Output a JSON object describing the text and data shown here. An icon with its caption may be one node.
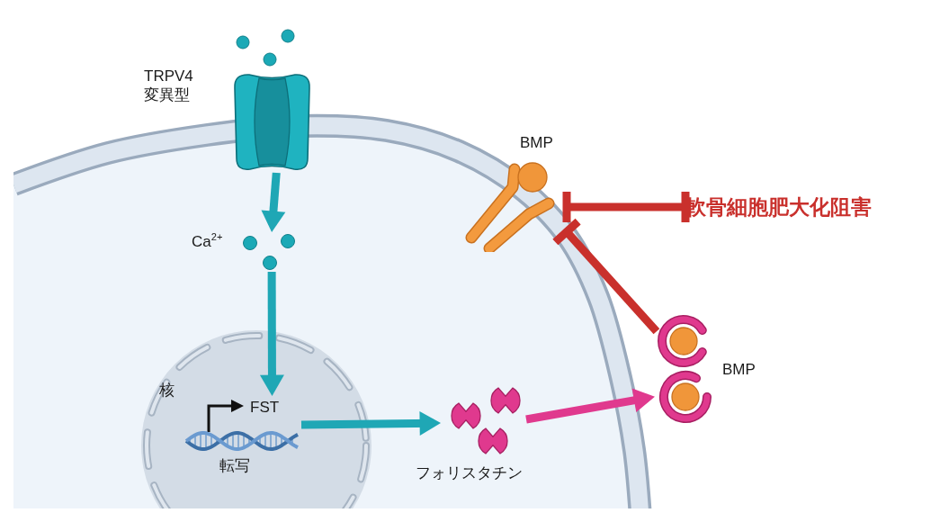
{
  "diagram": {
    "nodes": [
      {
        "text": [],
        "shape": "picture",
        "beside": [
          "TRPV4 変異型"
        ]
      },
      {
        "text": [],
        "shape": "picture",
        "beside": [
          "Ca$^{2+}$"
        ]
      },
      {
        "text": [
          "核"
        ]
      },
      {
        "text": [
          "FST"
        ],
        "in": 2,
        "beside": [
          "転写"
        ]
      },
      {
        "text": [],
        "shape": "picture",
        "beside": [
          "フォリスタチン"
        ]
      },
      {
        "text": [],
        "shape": "picture",
        "beside": [
          "BMP"
        ]
      },
      {
        "text": [],
        "shape": "picture",
        "beside": [
          "BMP"
        ]
      },
      {
        "text": [
          "軟骨細胞肥大化阻害"
        ]
      }
    ],
    "edges": [
      {
        "from": 0,
        "to": 1,
        "arrow": "to"
      },
      {
        "from": 1,
        "to": 3,
        "arrow": "to"
      },
      {
        "from": 3,
        "to": 4,
        "arrow": "to"
      },
      {
        "from": 4,
        "to": 5,
        "arrow": "to",
        "color": "#e0398e"
      },
      {
        "from": 5,
        "to": 6,
        "arrow": "other",
        "color": "#c9302c"
      },
      {
        "from": 7,
        "to": 6,
        "arrow": "other",
        "color": "#c9302c"
      }
    ]
  }
}
